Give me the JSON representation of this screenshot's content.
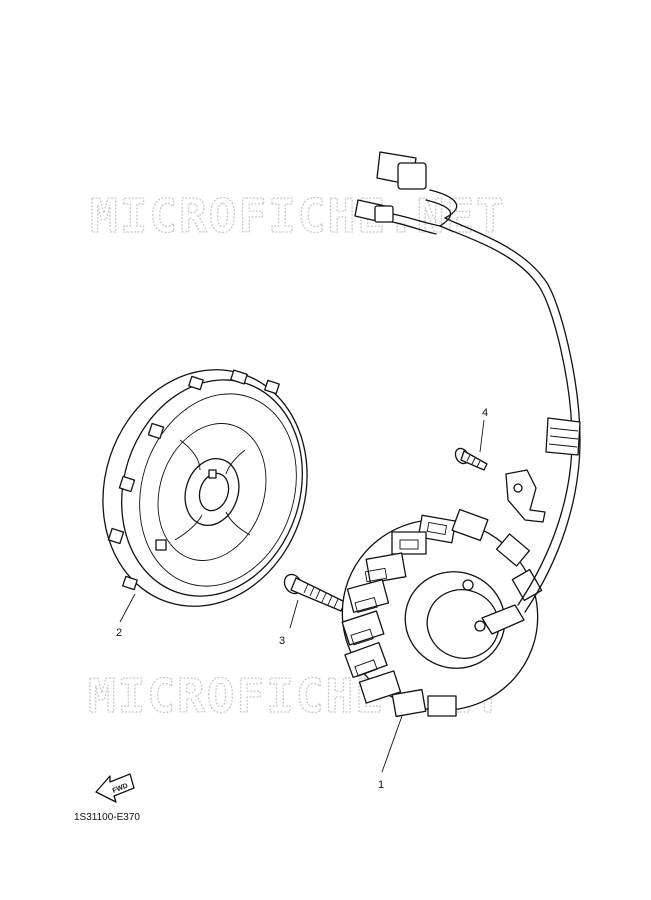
{
  "watermark": {
    "text": "MICROFICHE.NET"
  },
  "parts": [
    {
      "number": "1",
      "name": "stator-assembly"
    },
    {
      "number": "2",
      "name": "flywheel-rotor"
    },
    {
      "number": "3",
      "name": "bolt"
    },
    {
      "number": "4",
      "name": "screw"
    }
  ],
  "fwd_arrow": {
    "text": "FWD"
  },
  "diagram_code": "1S31100-E370"
}
